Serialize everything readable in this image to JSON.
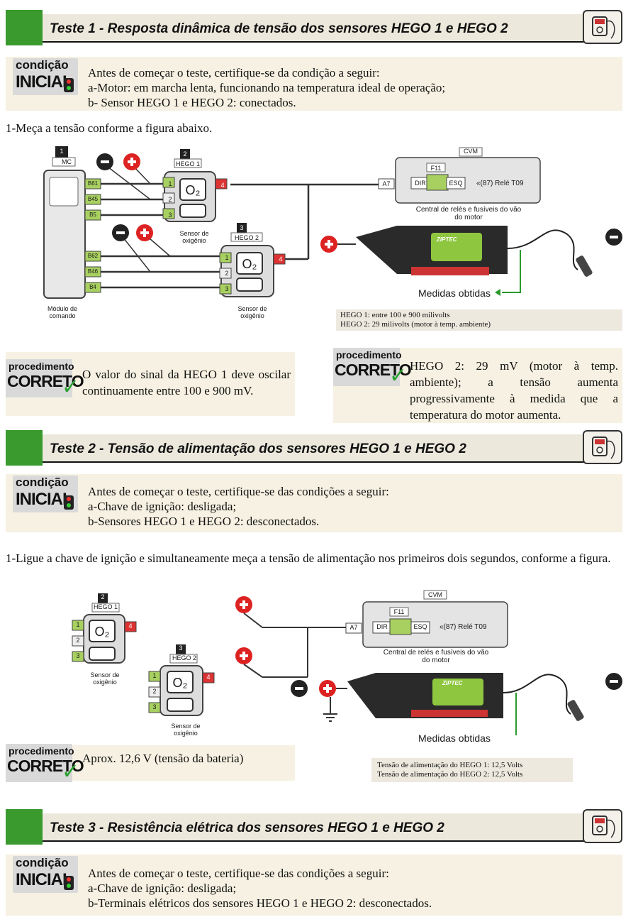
{
  "test1": {
    "title": "Teste 1 - Resposta dinâmica de tensão dos sensores HEGO 1 e HEGO 2",
    "condition_badge": {
      "line1": "condição",
      "line2": "INICIAL"
    },
    "condition_lines": [
      "Antes de começar o teste, certifique-se da condição a seguir:",
      "a-Motor: em marcha lenta, funcionando na temperatura ideal de operação;",
      "b- Sensor  HEGO 1 e HEGO 2: conectados."
    ],
    "step": "1-Meça a tensão conforme a figura abaixo.",
    "diagram": {
      "mc_num": "1",
      "mc_label": "MC",
      "hego1_num": "2",
      "hego1_label": "HEGO 1",
      "hego2_num": "3",
      "hego2_label": "HEGO 2",
      "pins_a": [
        "B61",
        "B45",
        "B5"
      ],
      "pins_b": [
        "B62",
        "B46",
        "B4"
      ],
      "sensor_pins": [
        "1",
        "2",
        "3",
        "4"
      ],
      "sensor_caption": "Sensor de oxigênio",
      "module_caption": "Módulo de comando",
      "cvm": "CVM",
      "fuse": "F11",
      "a7": "A7",
      "dir": "DIR",
      "esq": "ESQ",
      "relay": "«(87) Relé T09",
      "central_caption": "Central de relés e fusíveis do vão do motor",
      "meter_brand": "ZIPTEC",
      "measures_label": "Medidas obtidas",
      "o2": "O₂"
    },
    "measures": [
      "HEGO 1: entre 100 e 900 milivolts",
      "HEGO 2: 29 milivolts (motor à temp. ambiente)"
    ],
    "proc_badge": {
      "line1": "procedimento",
      "line2": "CORRETO"
    },
    "proc_left": "O valor do sinal da HEGO 1 deve oscilar continuamente entre 100 e 900 mV.",
    "proc_right": "HEGO 2: 29 mV (motor à temp. ambiente); a tensão aumenta progressivamente à medida que a temperatura do motor aumenta."
  },
  "test2": {
    "title": "Teste 2 - Tensão de alimentação dos sensores HEGO 1 e HEGO 2",
    "condition_lines": [
      "Antes de começar o teste, certifique-se das condições a seguir:",
      "a-Chave de ignição: desligada;",
      "b-Sensores HEGO 1 e HEGO 2: desconectados."
    ],
    "step": "1-Ligue a chave de ignição e simultaneamente meça a tensão de alimentação nos primeiros dois segundos, conforme a figura.",
    "proc": "Aprox. 12,6 V (tensão da bateria)",
    "measures": [
      "Tensão de alimentação do HEGO 1: 12,5 Volts",
      "Tensão de alimentação do HEGO 2: 12,5 Volts"
    ]
  },
  "test3": {
    "title": "Teste 3 - Resistência elétrica dos sensores HEGO 1 e HEGO 2",
    "condition_lines": [
      "Antes de começar o teste, certifique-se das condições a seguir:",
      "a-Chave de ignição: desligada;",
      "b-Terminais elétricos dos sensores HEGO 1 e HEGO 2: desconectados."
    ]
  }
}
